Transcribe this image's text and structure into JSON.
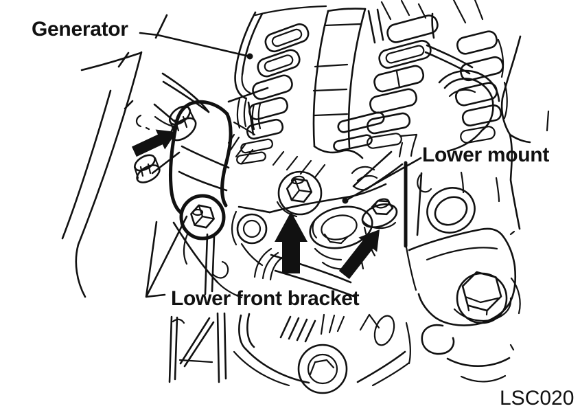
{
  "figure": {
    "labels": {
      "generator": "Generator",
      "lower_mount": "Lower mount",
      "lower_front_bracket": "Lower front bracket"
    },
    "figure_code": "LSC020",
    "colors": {
      "line": "#111111",
      "background": "#ffffff",
      "arrow_fill": "#111111"
    },
    "arrows": [
      {
        "name": "upper-bracket-bolt-arrow",
        "direction": "up-right"
      },
      {
        "name": "center-mount-bolt-arrow",
        "direction": "up"
      },
      {
        "name": "right-mount-bolt-arrow",
        "direction": "up-right"
      }
    ]
  }
}
